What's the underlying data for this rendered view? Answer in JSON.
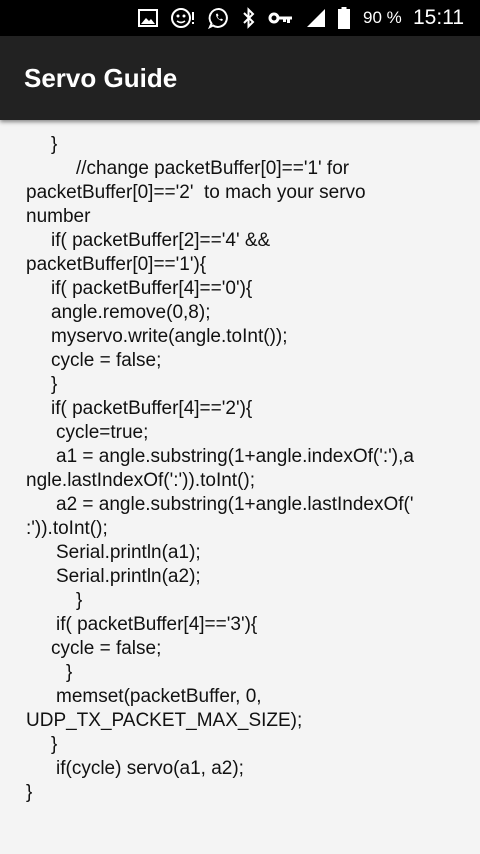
{
  "status_bar": {
    "battery_text": "90 %",
    "clock": "15:11",
    "icons": [
      "image-icon",
      "face-notification-icon",
      "whatsapp-icon",
      "bluetooth-icon",
      "vpn-key-icon",
      "signal-icon",
      "battery-icon"
    ]
  },
  "app_bar": {
    "title": "Servo Guide",
    "color": "#222222"
  },
  "content": {
    "lines": [
      "}",
      "//change packetBuffer[0]=='1' for",
      "packetBuffer[0]=='2'  to mach your servo",
      "number",
      "if( packetBuffer[2]=='4' &&",
      "packetBuffer[0]=='1'){",
      "if( packetBuffer[4]=='0'){",
      "angle.remove(0,8);",
      "myservo.write(angle.toInt());",
      "cycle = false;",
      "}",
      "if( packetBuffer[4]=='2'){",
      "cycle=true;",
      "a1 = angle.substring(1+angle.indexOf(':'),a",
      "ngle.lastIndexOf(':')).toInt();",
      "a2 = angle.substring(1+angle.lastIndexOf('",
      ":')).toInt();",
      "Serial.println(a1);",
      "Serial.println(a2);",
      "}",
      "if( packetBuffer[4]=='3'){",
      "cycle = false;",
      "}",
      "memset(packetBuffer, 0,",
      "UDP_TX_PACKET_MAX_SIZE);",
      "}",
      "if(cycle) servo(a1, a2);",
      "}"
    ]
  }
}
